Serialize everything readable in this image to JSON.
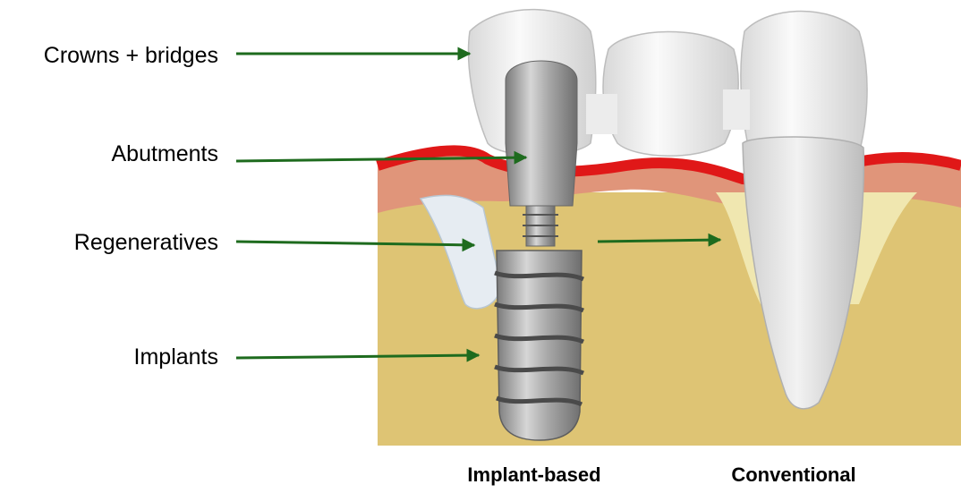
{
  "labels": {
    "crowns": "Crowns + bridges",
    "abutments": "Abutments",
    "regeneratives": "Regeneratives",
    "implants": "Implants"
  },
  "captions": {
    "implant_based": "Implant-based",
    "conventional": "Conventional"
  },
  "colors": {
    "arrow": "#1e6b1e",
    "bone": "#dec474",
    "bone_edge": "#c9ad58",
    "gum": "#e0957a",
    "gum_red": "#e01818",
    "tooth": "#f4f4f4",
    "metal": "#9a9a9a"
  }
}
